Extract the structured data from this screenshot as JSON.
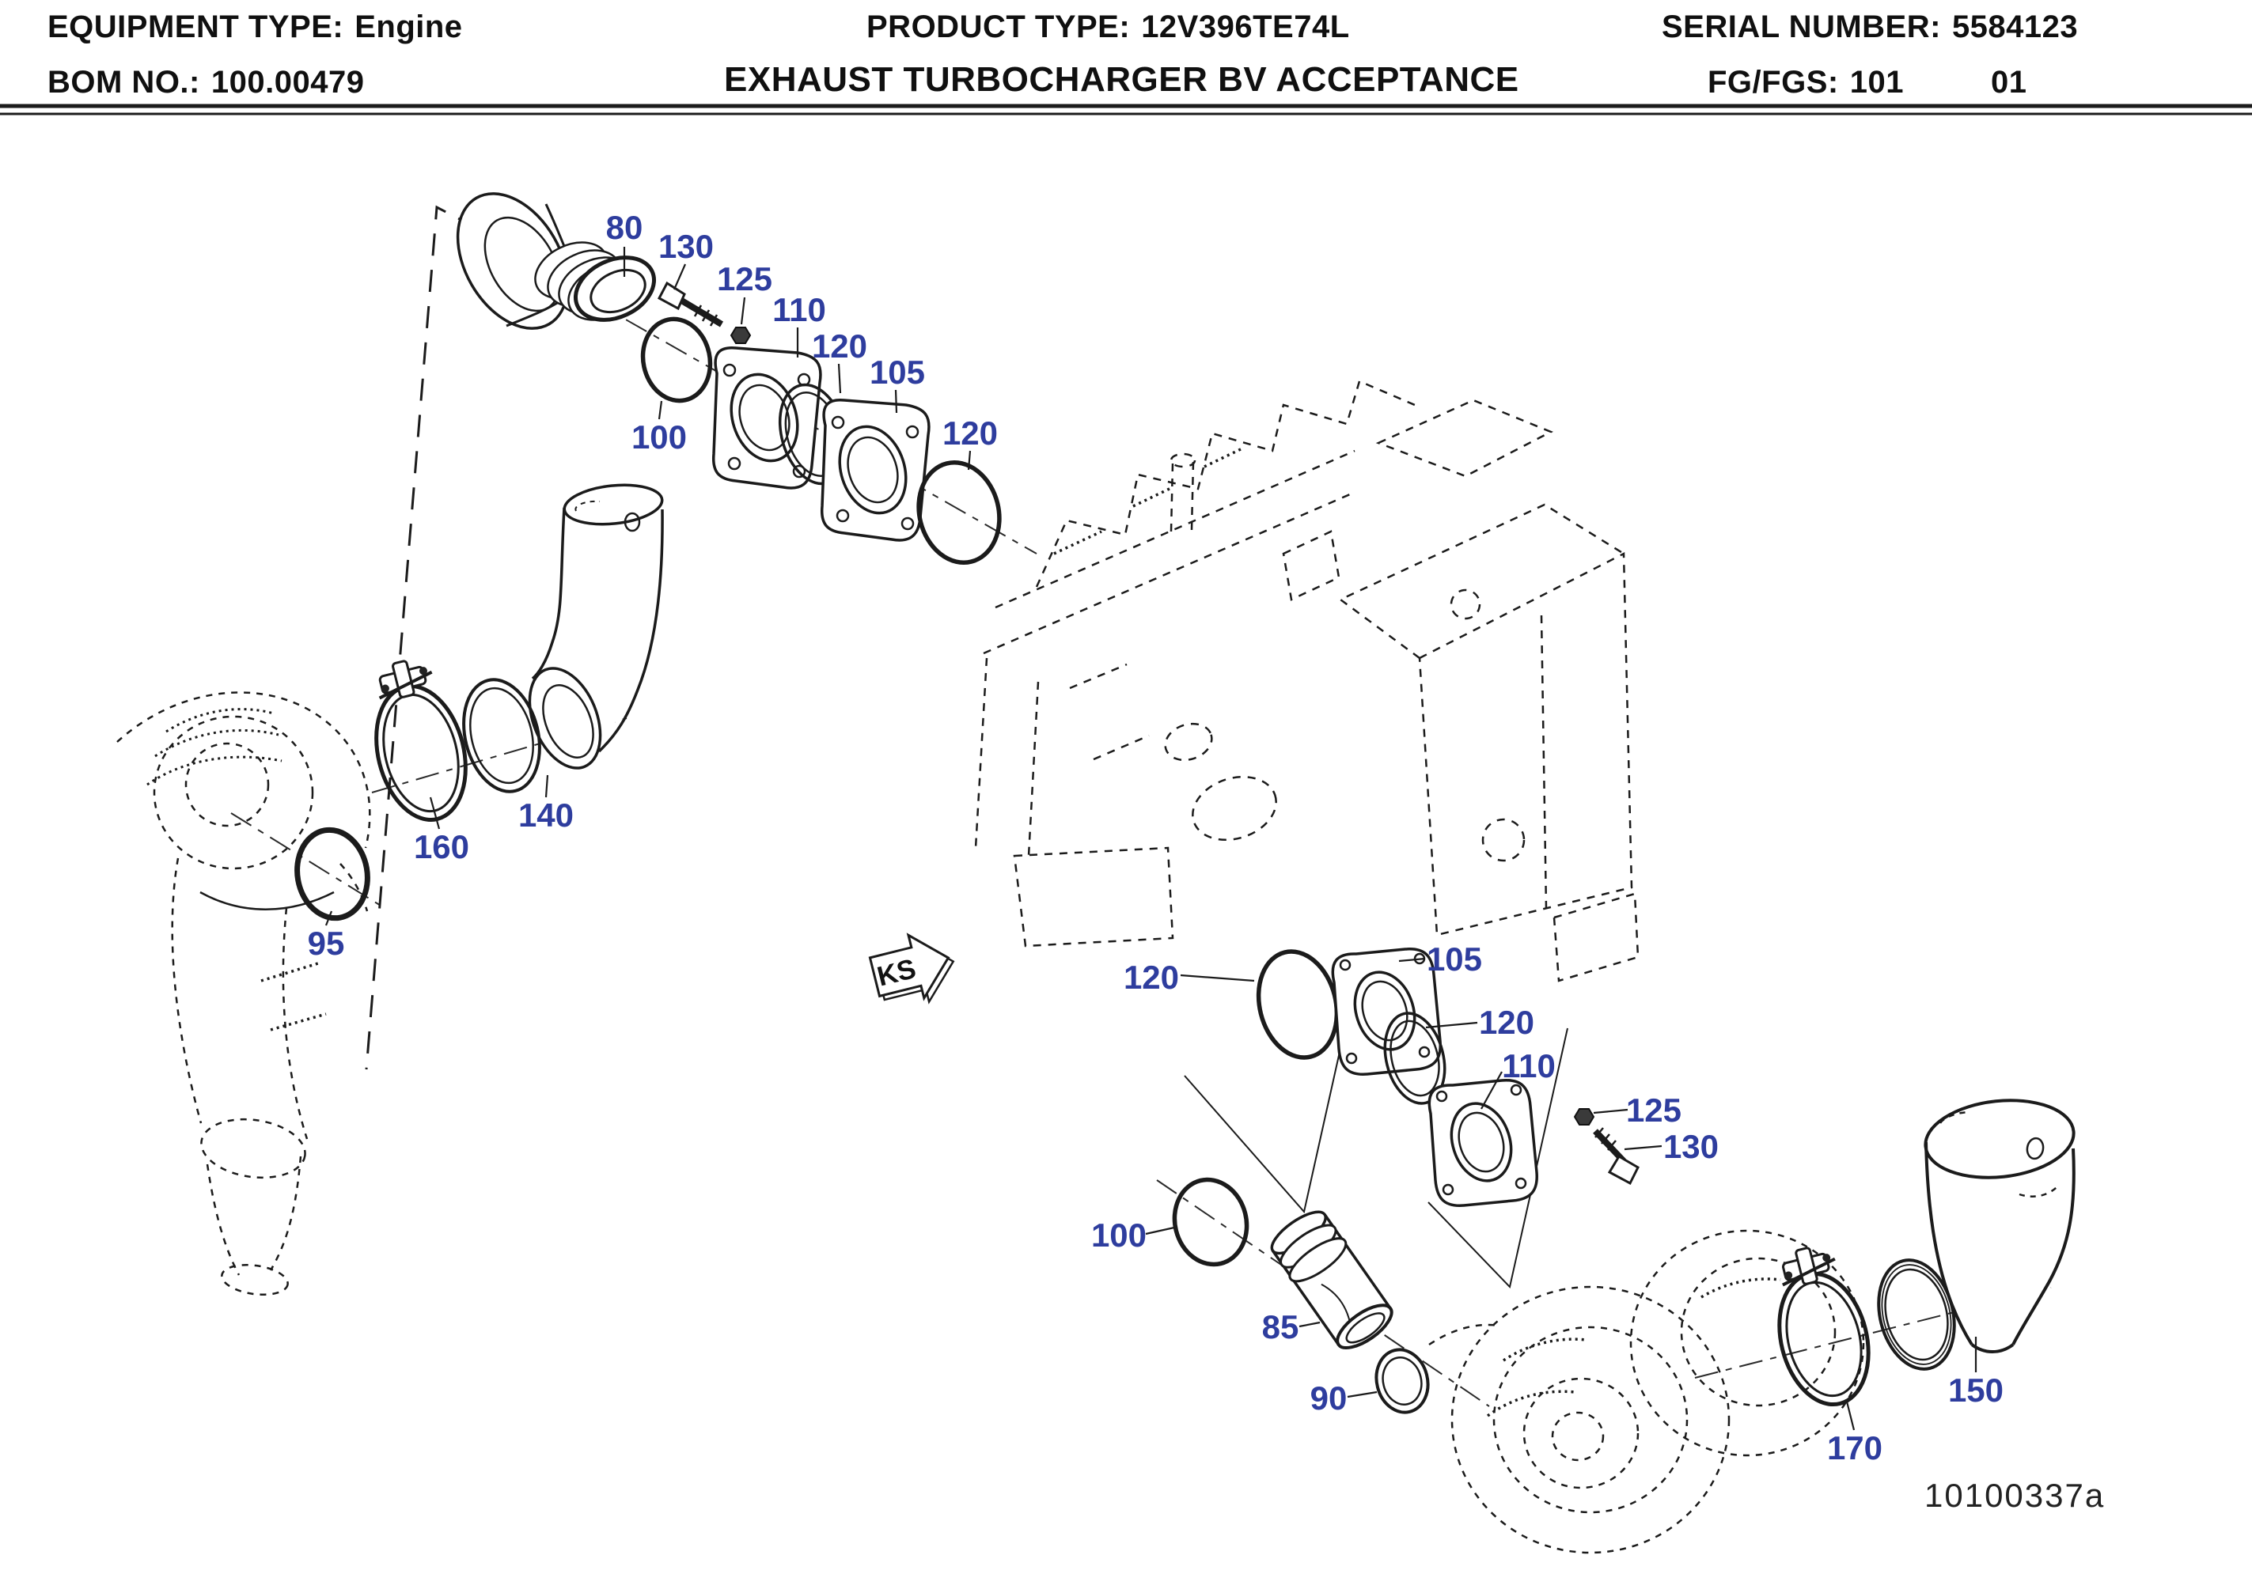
{
  "header": {
    "equipment_type_label": "EQUIPMENT TYPE:",
    "equipment_type_value": "Engine",
    "product_type_label": "PRODUCT TYPE:",
    "product_type_value": "12V396TE74L",
    "serial_number_label": "SERIAL NUMBER:",
    "serial_number_value": "5584123",
    "bom_no_label": "BOM NO.:",
    "bom_no_value": "100.00479",
    "title": "EXHAUST TURBOCHARGER BV ACCEPTANCE",
    "fg_fgs_label": "FG/FGS:",
    "fg_fgs_value": "101",
    "fg_fgs_value2": "01"
  },
  "diagram": {
    "view_marker": "KS",
    "drawing_number": "10100337a",
    "callout_color": "#2e3d9e",
    "line_color": "#1b1b1b",
    "callouts": [
      "80",
      "130",
      "125",
      "110",
      "120",
      "105",
      "120",
      "100",
      "140",
      "160",
      "95",
      "120",
      "105",
      "120",
      "110",
      "125",
      "130",
      "100",
      "85",
      "90",
      "150",
      "170"
    ]
  }
}
